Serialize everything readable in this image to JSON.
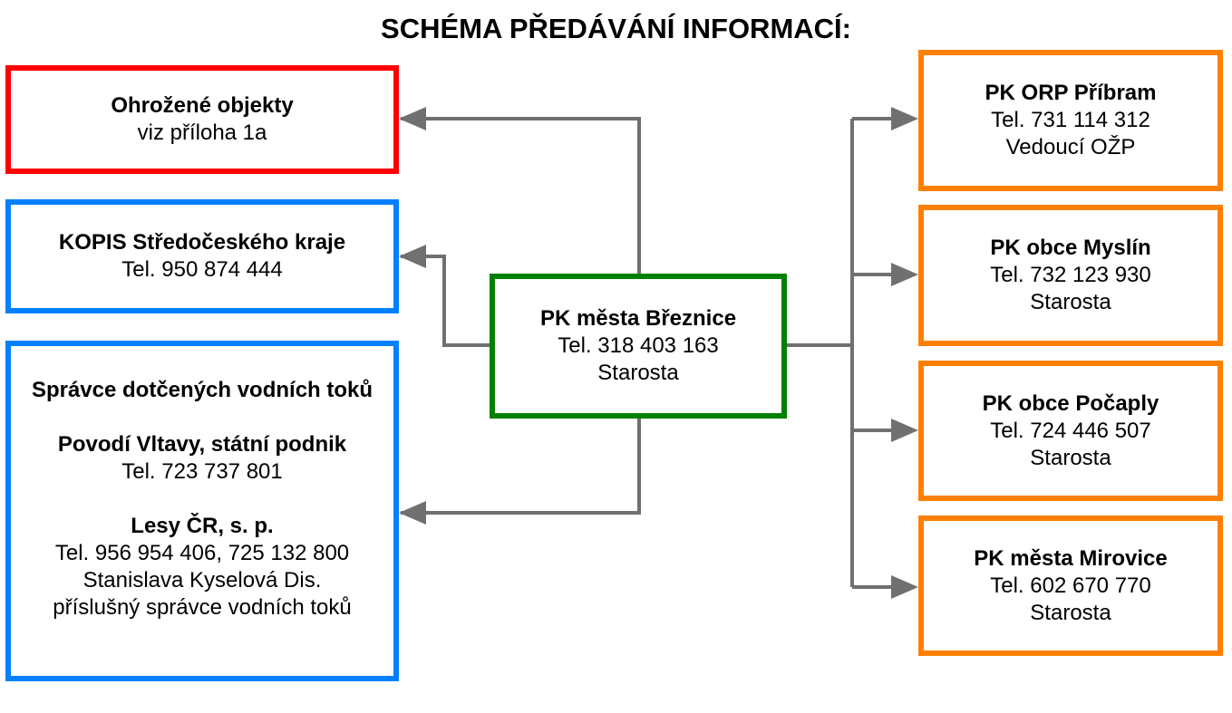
{
  "title": "SCHÉMA PŘEDÁVÁNÍ INFORMACÍ:",
  "colors": {
    "red": "#ff0000",
    "blue": "#0080ff",
    "green": "#008000",
    "orange": "#ff8000",
    "line": "#707070"
  },
  "center": {
    "name": "PK města Březnice",
    "tel": "Tel. 318 403 163",
    "role": "Starosta"
  },
  "left": {
    "threatened": {
      "name": "Ohrožené objekty",
      "note": "viz příloha 1a"
    },
    "kopis": {
      "name": "KOPIS Středočeského kraje",
      "tel": "Tel. 950 874 444"
    },
    "water": {
      "heading": "Správce dotčených vodních toků",
      "povodi_name": "Povodí Vltavy, státní podnik",
      "povodi_tel": "Tel. 723 737 801",
      "lesy_name": "Lesy ČR, s. p.",
      "lesy_tel": "Tel. 956 954 406, 725 132 800",
      "lesy_person": "Stanislava Kyselová Dis.",
      "lesy_role": "příslušný správce vodních toků"
    }
  },
  "right": [
    {
      "name": "PK ORP Příbram",
      "tel": "Tel. 731 114 312",
      "role": "Vedoucí OŽP"
    },
    {
      "name": "PK obce Myslín",
      "tel": "Tel. 732 123 930",
      "role": "Starosta"
    },
    {
      "name": "PK obce Počaply",
      "tel": "Tel. 724 446 507",
      "role": "Starosta"
    },
    {
      "name": "PK města Mirovice",
      "tel": "Tel. 602 670 770",
      "role": "Starosta"
    }
  ]
}
